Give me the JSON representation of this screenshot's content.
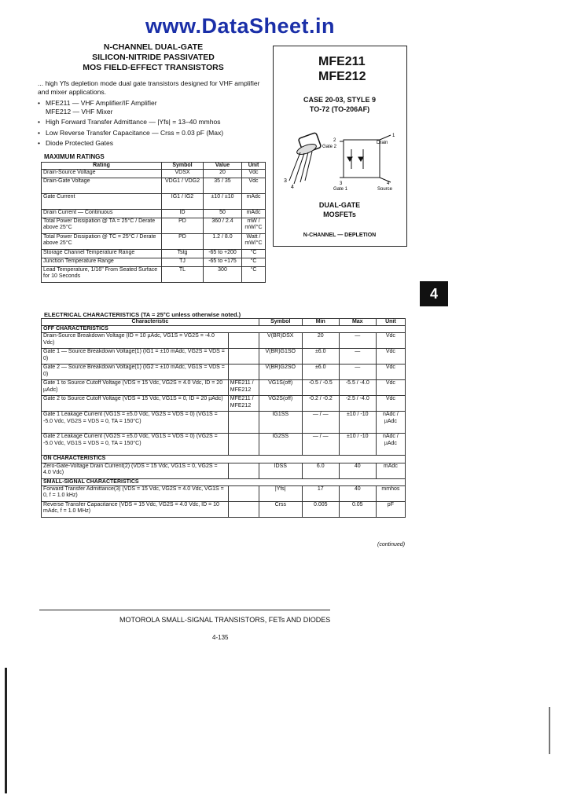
{
  "header": {
    "site": "www.DataSheet.in"
  },
  "title": {
    "l1": "N-CHANNEL DUAL-GATE",
    "l2": "SILICON-NITRIDE PASSIVATED",
    "l3": "MOS FIELD-EFFECT TRANSISTORS"
  },
  "intro": "... high Yfs depletion mode dual gate transistors designed for VHF amplifier and mixer applications.",
  "features": [
    "MFE211 — VHF Amplifier/IF Amplifier",
    "MFE212 — VHF Mixer",
    "High Forward Transfer Admittance — |Yfs| = 13–40 mmhos",
    "Low Reverse Transfer Capacitance — Crss = 0.03 pF (Max)",
    "Diode Protected Gates"
  ],
  "part_box": {
    "pn1": "MFE211",
    "pn2": "MFE212",
    "case1": "CASE 20-03, STYLE 9",
    "case2": "TO-72 (TO-206AF)",
    "drain": "Drain",
    "gate2": "Gate 2",
    "gate1": "Gate 1",
    "source": "Source",
    "pin1": "1",
    "pin2": "2",
    "pin3": "3",
    "pin4": "4",
    "type1": "DUAL-GATE",
    "type2": "MOSFETs",
    "mode": "N-CHANNEL — DEPLETION"
  },
  "tab": "4",
  "max_ratings": {
    "title": "MAXIMUM RATINGS",
    "headers": [
      "Rating",
      "Symbol",
      "Value",
      "Unit"
    ],
    "rows": [
      [
        "Drain-Source Voltage",
        "VDSX",
        "20",
        "Vdc"
      ],
      [
        "Drain-Gate Voltage",
        "VDG1 / VDG2",
        "35 / 35",
        "Vdc"
      ],
      [
        "Gate Current",
        "IG1 / IG2",
        "±10 / ±10",
        "mAdc"
      ],
      [
        "Drain Current — Continuous",
        "ID",
        "50",
        "mAdc"
      ],
      [
        "Total Power Dissipation @ TA = 25°C / Derate above 25°C",
        "PD",
        "360 / 2.4",
        "mW / mW/°C"
      ],
      [
        "Total Power Dissipation @ TC = 25°C / Derate above 25°C",
        "PD",
        "1.2 / 8.0",
        "Watt / mW/°C"
      ],
      [
        "Storage Channel Temperature Range",
        "Tstg",
        "-65 to +200",
        "°C"
      ],
      [
        "Junction Temperature Range",
        "TJ",
        "-65 to +175",
        "°C"
      ],
      [
        "Lead Temperature, 1/16\" From Seated Surface for 10 Seconds",
        "TL",
        "300",
        "°C"
      ]
    ]
  },
  "elec": {
    "title": "ELECTRICAL CHARACTERISTICS (TA = 25°C unless otherwise noted.)",
    "headers": [
      "Characteristic",
      "Symbol",
      "Min",
      "Max",
      "Unit"
    ],
    "off": "OFF CHARACTERISTICS",
    "off_rows": [
      [
        "Drain-Source Breakdown Voltage (ID = 10 µAdc, VG1S = VG2S = -4.0 Vdc)",
        "",
        "V(BR)DSX",
        "20",
        "—",
        "Vdc"
      ],
      [
        "Gate 1 — Source Breakdown Voltage(1) (IG1 = ±10 mAdc, VG2S = VDS = 0)",
        "",
        "V(BR)G1SO",
        "±6.0",
        "—",
        "Vdc"
      ],
      [
        "Gate 2 — Source Breakdown Voltage(1) (IG2 = ±10 mAdc, VG1S = VDS = 0)",
        "",
        "V(BR)G2SO",
        "±6.0",
        "—",
        "Vdc"
      ],
      [
        "Gate 1 to Source Cutoff Voltage (VDS = 15 Vdc, VG2S = 4.0 Vdc, ID = 20 µAdc)",
        "MFE211 / MFE212",
        "VG1S(off)",
        "-0.5 / -0.5",
        "-5.5 / -4.0",
        "Vdc"
      ],
      [
        "Gate 2 to Source Cutoff Voltage (VDS = 15 Vdc, VG1S = 0, ID = 20 µAdc)",
        "MFE211 / MFE212",
        "VG2S(off)",
        "-0.2 / -0.2",
        "-2.5 / -4.0",
        "Vdc"
      ],
      [
        "Gate 1 Leakage Current (VG1S = ±5.0 Vdc, VG2S = VDS = 0) (VG1S = -5.0 Vdc, VG2S = VDS = 0, TA = 150°C)",
        "",
        "IG1SS",
        "— / —",
        "±10 / -10",
        "nAdc / µAdc"
      ],
      [
        "Gate 2 Leakage Current (VG2S = ±5.0 Vdc, VG1S = VDS = 0) (VG2S = -5.0 Vdc, VG1S = VDS = 0, TA = 150°C)",
        "",
        "IG2SS",
        "— / —",
        "±10 / -10",
        "nAdc / µAdc"
      ]
    ],
    "on": "ON CHARACTERISTICS",
    "on_rows": [
      [
        "Zero-Gate-Voltage Drain Current(2) (VDS = 15 Vdc, VG1S = 0, VG2S = 4.0 Vdc)",
        "",
        "IDSS",
        "6.0",
        "40",
        "mAdc"
      ]
    ],
    "ss": "SMALL-SIGNAL CHARACTERISTICS",
    "ss_rows": [
      [
        "Forward Transfer Admittance(3) (VDS = 15 Vdc, VG2S = 4.0 Vdc, VG1S = 0, f = 1.0 kHz)",
        "",
        "|Yfs|",
        "17",
        "40",
        "mmhos"
      ],
      [
        "Reverse Transfer Capacitance (VDS = 15 Vdc, VG2S = 4.0 Vdc, ID = 10 mAdc, f = 1.0 MHz)",
        "",
        "Crss",
        "0.005",
        "0.05",
        "pF"
      ]
    ],
    "continued": "(continued)"
  },
  "footer": {
    "brand": "MOTOROLA SMALL-SIGNAL TRANSISTORS, FETs AND DIODES",
    "page": "4-135"
  }
}
